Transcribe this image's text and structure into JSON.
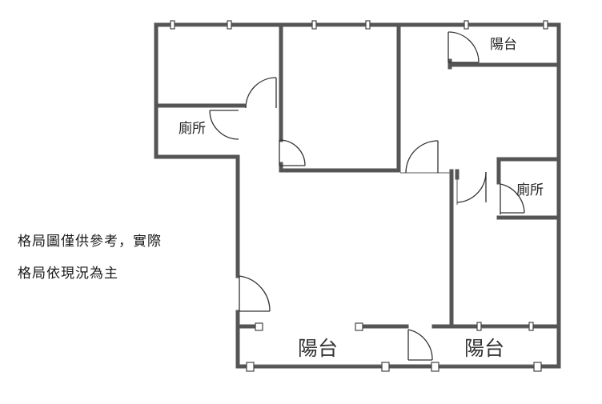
{
  "plan": {
    "rooms": {
      "balcony_top_right": "陽台",
      "toilet_left": "廁所",
      "toilet_right": "廁所",
      "balcony_bottom_left": "陽台",
      "balcony_bottom_right": "陽台"
    },
    "note": {
      "line1": "格局圖僅供參考，實際",
      "line2": "格局依現況為主"
    },
    "colors": {
      "wall": "#555555",
      "door": "#333333",
      "window": "#666666"
    }
  }
}
